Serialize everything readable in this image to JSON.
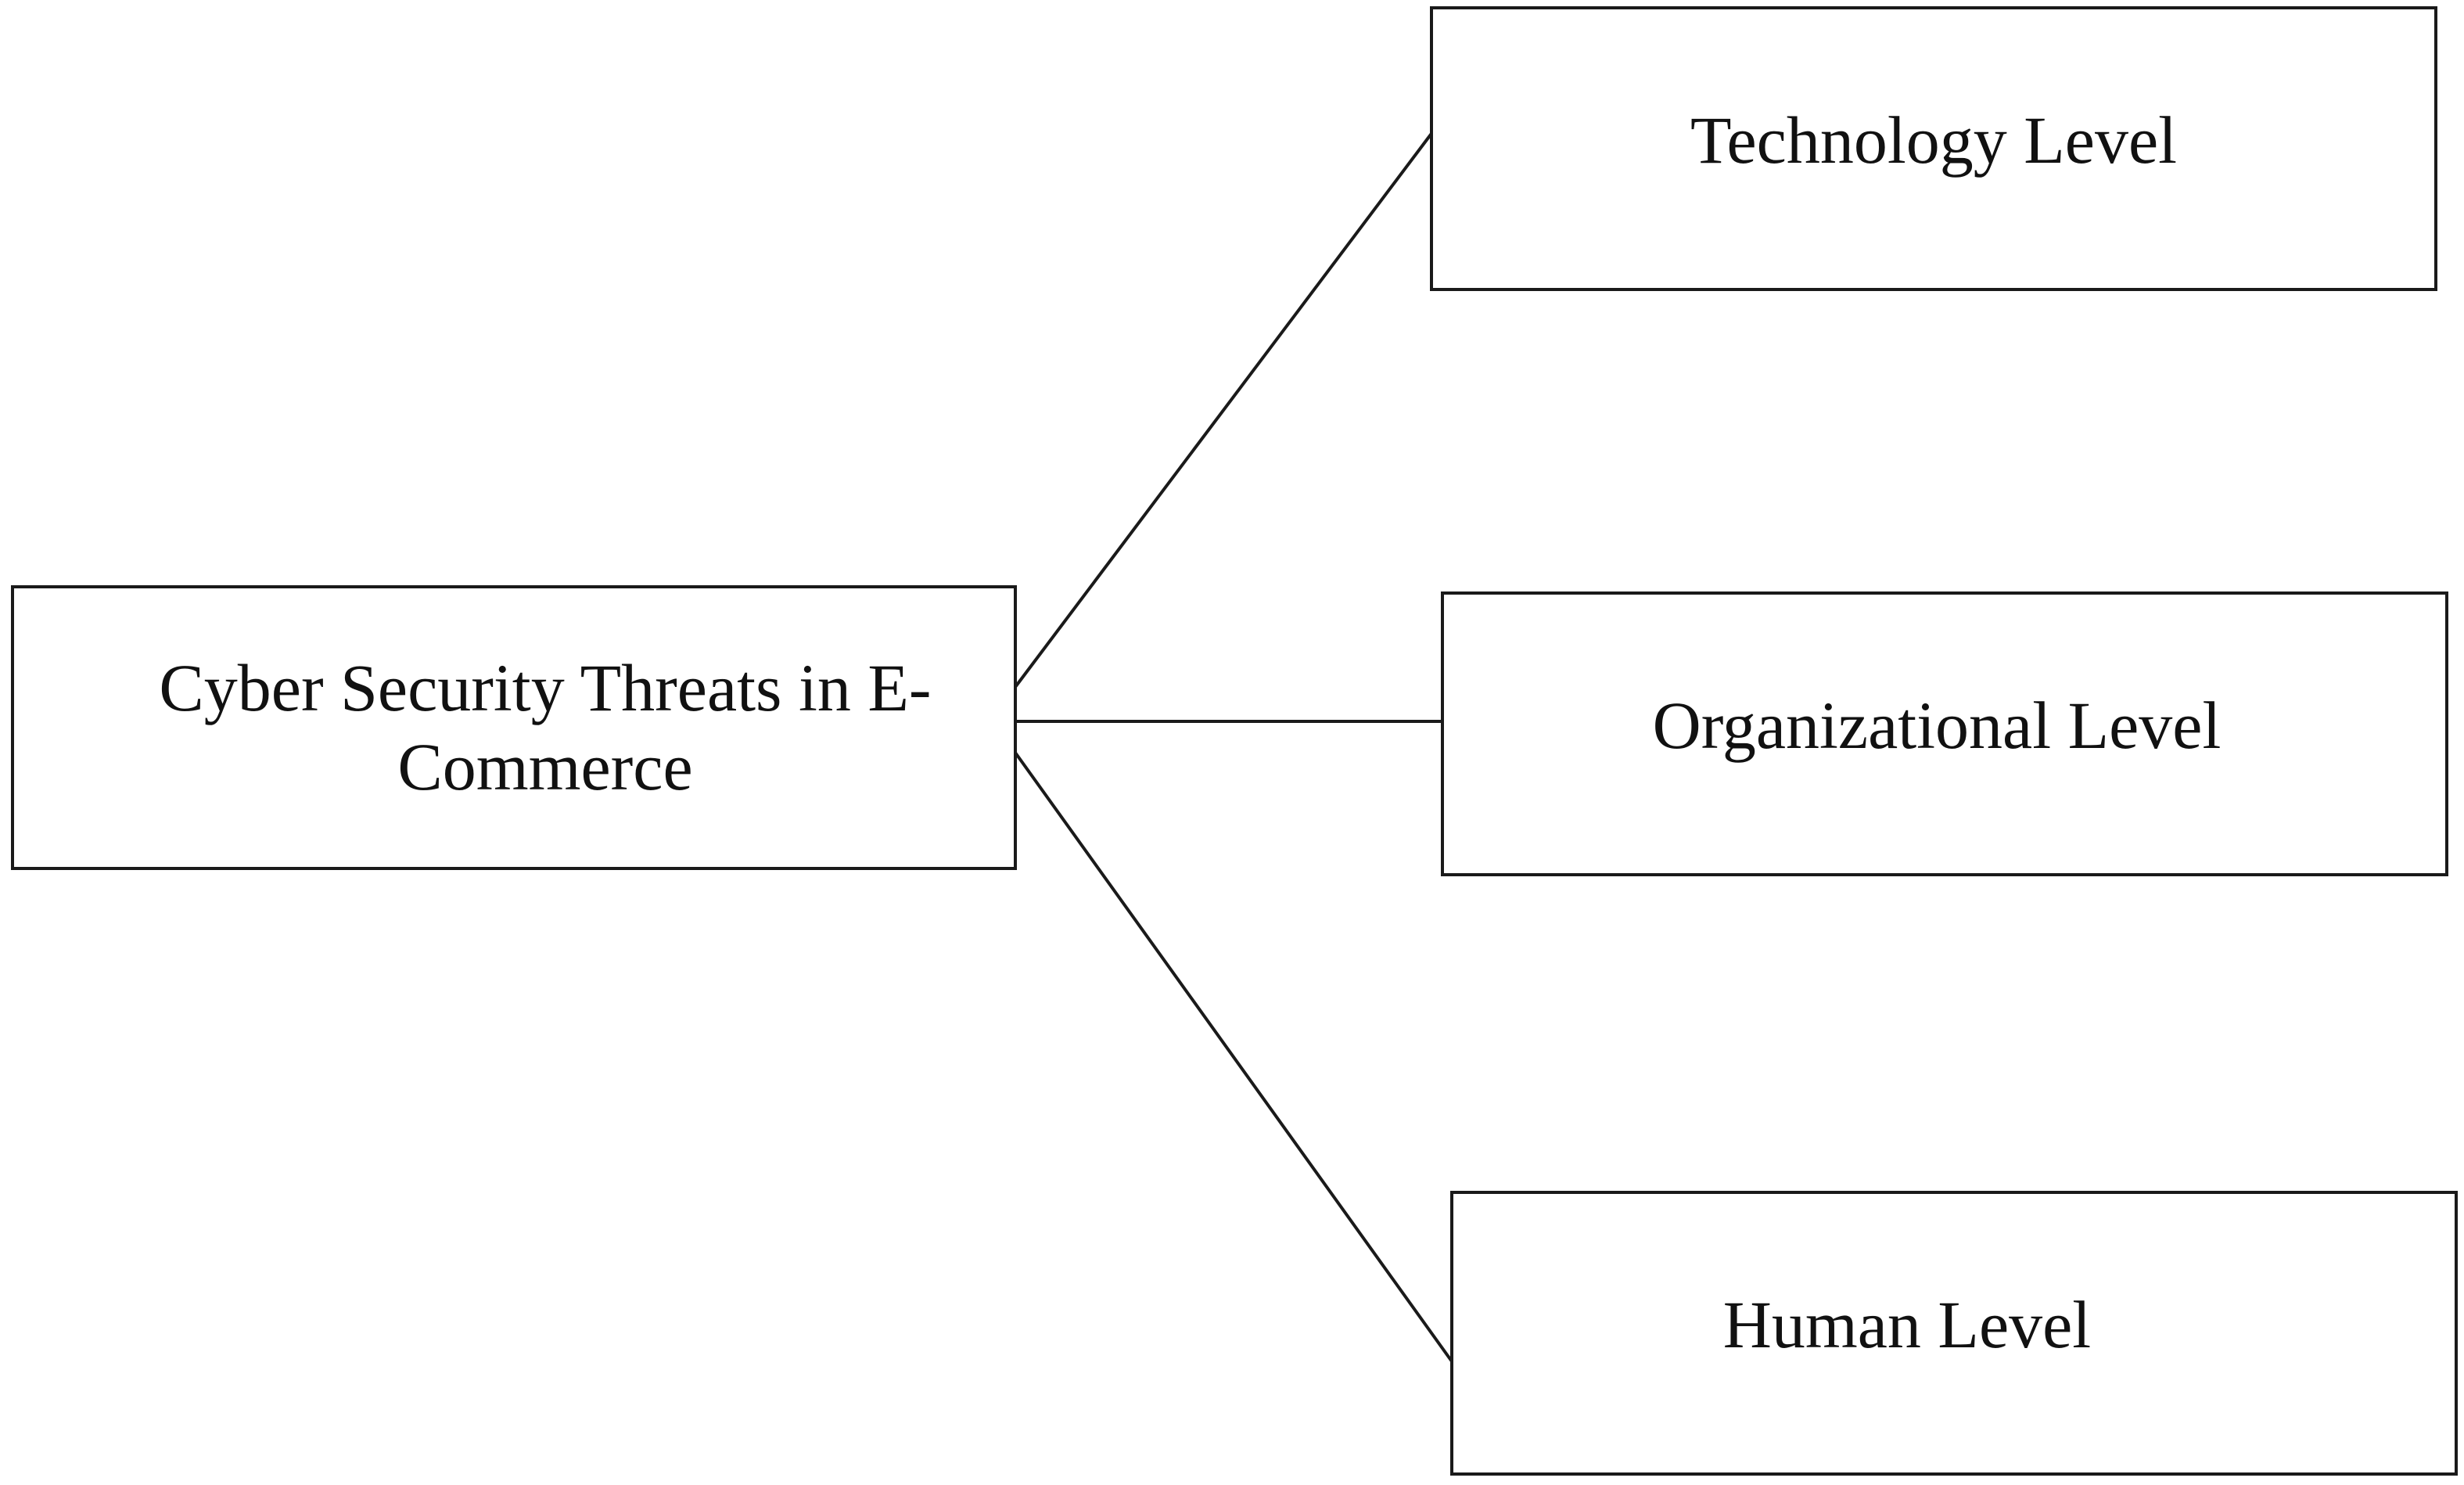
{
  "diagram": {
    "root": {
      "label": "Cyber Security Threats in E-Commerce"
    },
    "children": [
      {
        "label": "Technology Level"
      },
      {
        "label": "Organizational Level"
      },
      {
        "label": "Human Level"
      }
    ]
  },
  "colors": {
    "stroke": "#1a1a1a",
    "background": "#ffffff",
    "text": "#111111"
  }
}
